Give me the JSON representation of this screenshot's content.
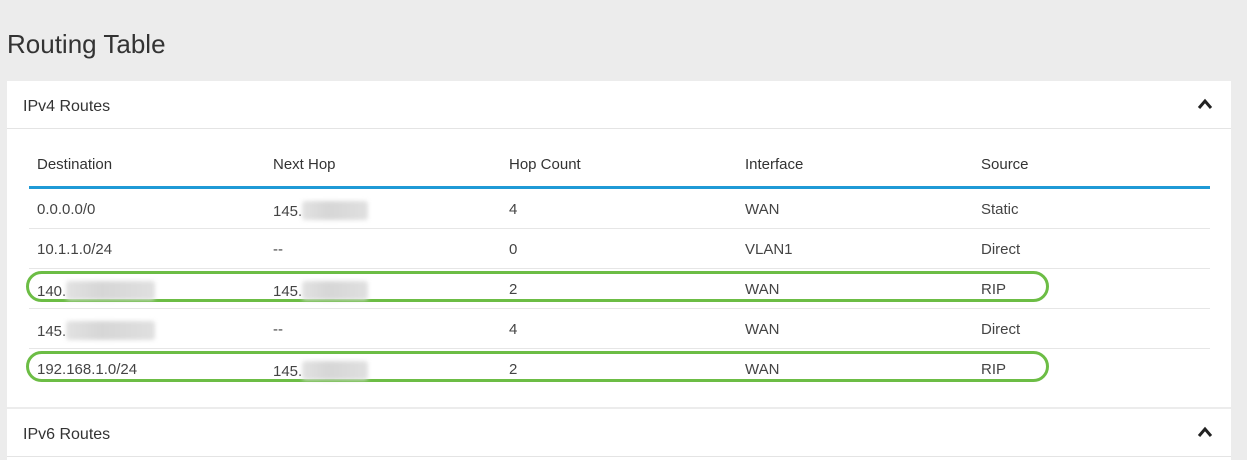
{
  "page": {
    "title": "Routing Table"
  },
  "ipv4": {
    "title": "IPv4 Routes",
    "columns": [
      "Destination",
      "Next Hop",
      "Hop Count",
      "Interface",
      "Source"
    ],
    "rows": [
      {
        "destination": "0.0.0.0/0",
        "next_hop": "145.",
        "next_hop_redacted": true,
        "hop_count": "4",
        "interface": "WAN",
        "source": "Static",
        "highlighted": false
      },
      {
        "destination": "10.1.1.0/24",
        "next_hop": "--",
        "next_hop_redacted": false,
        "hop_count": "0",
        "interface": "VLAN1",
        "source": "Direct",
        "highlighted": false
      },
      {
        "destination": "140.",
        "destination_redacted": true,
        "next_hop": "145.",
        "next_hop_redacted": true,
        "hop_count": "2",
        "interface": "WAN",
        "source": "RIP",
        "highlighted": true
      },
      {
        "destination": "145.",
        "destination_redacted": true,
        "next_hop": "--",
        "next_hop_redacted": false,
        "hop_count": "4",
        "interface": "WAN",
        "source": "Direct",
        "highlighted": false
      },
      {
        "destination": "192.168.1.0/24",
        "next_hop": "145.",
        "next_hop_redacted": true,
        "hop_count": "2",
        "interface": "WAN",
        "source": "RIP",
        "highlighted": true
      }
    ]
  },
  "ipv6": {
    "title": "IPv6 Routes"
  },
  "icons": {
    "collapse": "chevron-up-icon"
  },
  "colors": {
    "header_rule": "#1f9ad6",
    "highlight": "#6cbd45",
    "background": "#ececec"
  }
}
